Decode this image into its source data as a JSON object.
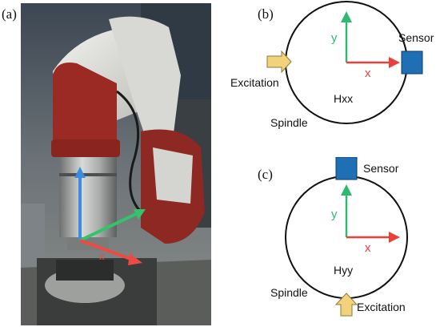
{
  "figure": {
    "panel_a": {
      "label": "(a)"
    },
    "panel_b": {
      "label": "(b)",
      "sensor": "Sensor",
      "excitation": "Excitation",
      "axis_x": "x",
      "axis_y": "y",
      "measurement": "Hxx",
      "spindle": "Spindle"
    },
    "panel_c": {
      "label": "(c)",
      "sensor": "Sensor",
      "excitation": "Excitation",
      "axis_x": "x",
      "axis_y": "y",
      "measurement": "Hyy",
      "spindle": "Spindle"
    }
  },
  "colors": {
    "axis_x": "#e8413c",
    "axis_y": "#2eb872",
    "sensor": "#1f6fb5",
    "excitation_arrow": "#f2d27a",
    "robot_red": "#9c2a24",
    "robot_white": "#e6e6e2"
  }
}
